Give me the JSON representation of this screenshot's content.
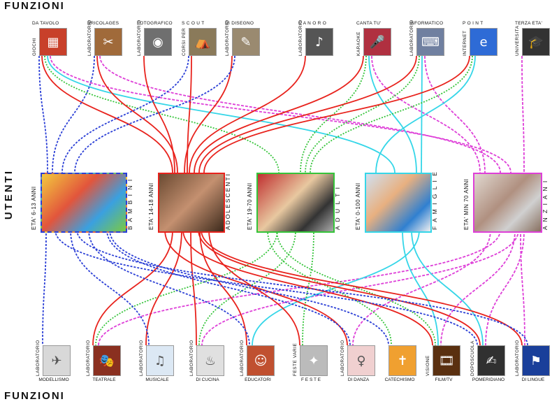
{
  "headings": {
    "top": "FUNZIONI",
    "bottom": "FUNZIONI",
    "users": "UTENTI"
  },
  "colors": {
    "red": "#e8231d",
    "blue": "#2b3fd6",
    "green": "#35c43a",
    "cyan": "#35d6e8",
    "magenta": "#de3fd8"
  },
  "top_functions": [
    {
      "top_label": "DA TAVOLO",
      "side_label": "GIOCHI",
      "icon": "board-game-icon"
    },
    {
      "top_label": "BRICOLAGES",
      "side_label": "LABORATORIO",
      "icon": "crafts-icon"
    },
    {
      "top_label": "FOTOGRAFICO",
      "side_label": "LABORATORIO",
      "icon": "camera-icon"
    },
    {
      "top_label": "S C O U T",
      "side_label": "CORSI PER",
      "icon": "scout-icon"
    },
    {
      "top_label": "DI DISEGNO",
      "side_label": "LABORATORIO",
      "icon": "drawing-icon"
    },
    {
      "top_label": "C A N O R O",
      "side_label": "LABORATORIO",
      "icon": "singing-icon"
    },
    {
      "top_label": "CANTA TU'",
      "side_label": "KARAOKE",
      "icon": "karaoke-icon"
    },
    {
      "top_label": "INFORMATICO",
      "side_label": "LABORATORIO",
      "icon": "computer-icon"
    },
    {
      "top_label": "P O I N T",
      "side_label": "INTERNET",
      "icon": "internet-icon"
    },
    {
      "top_label": "TERZA ETA'",
      "side_label": "UNIVERSITA",
      "icon": "graduation-icon"
    }
  ],
  "users": [
    {
      "age": "ETA' 6-13 ANNI",
      "name": "B A M B I N I",
      "icon": "children-photo"
    },
    {
      "age": "ETA' 14-18 ANNI",
      "name": "ADOLESCENTI",
      "icon": "teens-photo"
    },
    {
      "age": "ETA' 19-70 ANNI",
      "name": "A D U L T I",
      "icon": "adults-photo"
    },
    {
      "age": "ETA' 0-100 ANNI",
      "name": "F A M I G L I E",
      "icon": "families-photo"
    },
    {
      "age": "ETA' MIN 70 ANNI",
      "name": "A N Z I A N I",
      "icon": "elderly-photo"
    }
  ],
  "bottom_functions": [
    {
      "side_label": "LABORATORIO",
      "bottom_label": "MODELLISMO",
      "icon": "modelling-icon"
    },
    {
      "side_label": "LABORATORIO",
      "bottom_label": "TEATRALE",
      "icon": "theatre-icon"
    },
    {
      "side_label": "LABORATORIO",
      "bottom_label": "MUSICALE",
      "icon": "music-icon"
    },
    {
      "side_label": "LABORATORIO",
      "bottom_label": "DI CUCINA",
      "icon": "chef-hat-icon"
    },
    {
      "side_label": "LABORATORIO",
      "bottom_label": "EDUCATORI",
      "icon": "clown-icon"
    },
    {
      "side_label": "FESTE VARIE",
      "bottom_label": "F E S T E",
      "icon": "party-icon"
    },
    {
      "side_label": "LABORATORIO",
      "bottom_label": "DI DANZA",
      "icon": "dance-icon"
    },
    {
      "side_label": "",
      "bottom_label": "CATECHISMO",
      "icon": "catechism-icon"
    },
    {
      "side_label": "VISIONE",
      "bottom_label": "FILM/TV",
      "icon": "film-icon"
    },
    {
      "side_label": "DOPOSCUOLA",
      "bottom_label": "POMERIDIANO",
      "icon": "school-icon"
    },
    {
      "side_label": "LABORATORIO",
      "bottom_label": "DI LINGUE",
      "icon": "flag-icon"
    }
  ]
}
